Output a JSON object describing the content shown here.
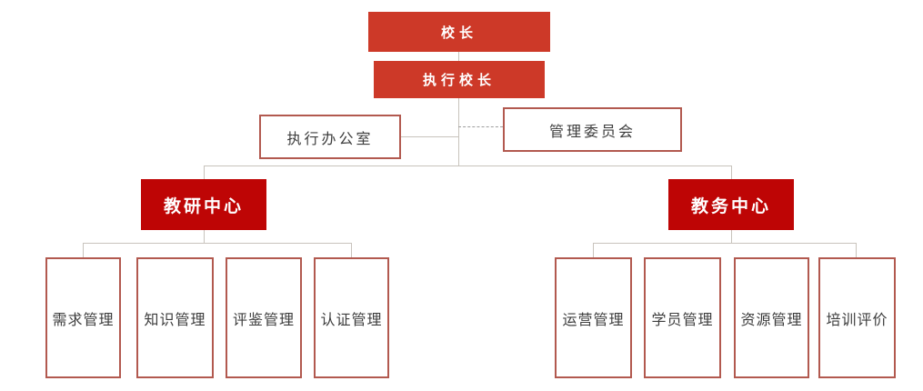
{
  "org_chart": {
    "title_semantic": "school-organization-chart",
    "nodes": {
      "root": {
        "label": "校长"
      },
      "executive": {
        "label": "执行校长"
      },
      "office": {
        "label": "执行办公室"
      },
      "committee": {
        "label": "管理委员会"
      },
      "research_center": {
        "label": "教研中心"
      },
      "academic_center": {
        "label": "教务中心"
      }
    },
    "research_children": [
      {
        "label": "需求管理"
      },
      {
        "label": "知识管理"
      },
      {
        "label": "评鉴管理"
      },
      {
        "label": "认证管理"
      }
    ],
    "academic_children": [
      {
        "label": "运营管理"
      },
      {
        "label": "学员管理"
      },
      {
        "label": "资源管理"
      },
      {
        "label": "培训评价"
      }
    ],
    "connector_styles": {
      "office_link": "solid",
      "committee_link": "dashed"
    },
    "colors": {
      "top_level_fill": "#cd3928",
      "center_fill": "#be0505",
      "outline_border": "#b2594f",
      "connector": "#c8c3bc",
      "dashed_connector": "#9e9e9e",
      "light_text": "#ffffff",
      "dark_text": "#3d3d3d",
      "background": "#ffffff"
    }
  }
}
